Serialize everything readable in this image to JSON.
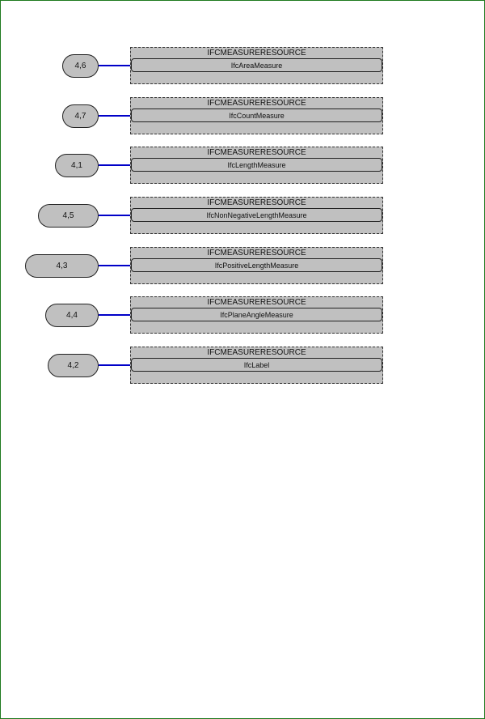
{
  "diagram": {
    "rows": [
      {
        "ref": "4,6",
        "schema": "IFCMEASURERESOURCE",
        "entity": "IfcAreaMeasure"
      },
      {
        "ref": "4,7",
        "schema": "IFCMEASURERESOURCE",
        "entity": "IfcCountMeasure"
      },
      {
        "ref": "4,1",
        "schema": "IFCMEASURERESOURCE",
        "entity": "IfcLengthMeasure"
      },
      {
        "ref": "4,5",
        "schema": "IFCMEASURERESOURCE",
        "entity": "IfcNonNegativeLengthMeasure"
      },
      {
        "ref": "4,3",
        "schema": "IFCMEASURERESOURCE",
        "entity": "IfcPositiveLengthMeasure"
      },
      {
        "ref": "4,4",
        "schema": "IFCMEASURERESOURCE",
        "entity": "IfcPlaneAngleMeasure"
      },
      {
        "ref": "4,2",
        "schema": "IFCMEASURERESOURCE",
        "entity": "IfcLabel"
      }
    ]
  }
}
